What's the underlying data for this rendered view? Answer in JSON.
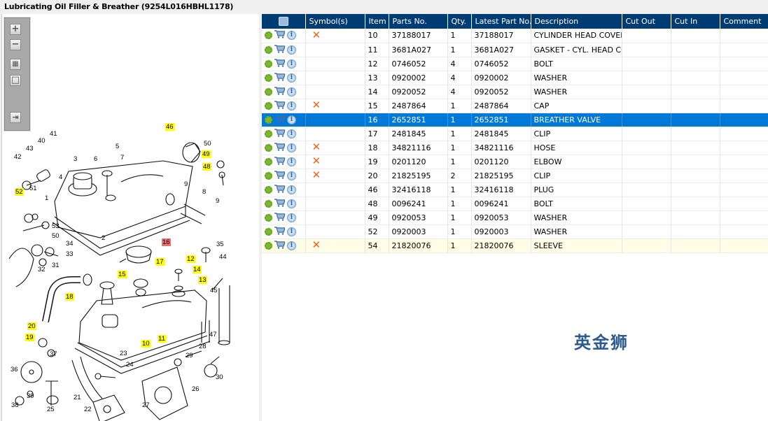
{
  "title": "Lubricating Oil Filler & Breather (9254L016HBHL1178)",
  "toolbar": {
    "zoom_in": "+",
    "zoom_out": "−",
    "fit": "▦",
    "actual": "□",
    "export": "⇥"
  },
  "watermark": "英金狮",
  "colors": {
    "header": "#003c74",
    "selected": "#0078d7",
    "highlight_row": "#fffde5",
    "callout": "#ffff00",
    "callout_selected": "#f07070",
    "symbol_x": "#f26522"
  },
  "table": {
    "headers": [
      "",
      "Symbol(s)",
      "Item",
      "Parts No.",
      "Qty.",
      "Latest Part No.",
      "Description",
      "Cut Out",
      "Cut In",
      "Comment"
    ],
    "rows": [
      {
        "sym": "✕",
        "item": "10",
        "part": "37188017",
        "qty": "1",
        "latest": "37188017",
        "desc": "CYLINDER HEAD COVER"
      },
      {
        "sym": "",
        "item": "11",
        "part": "3681A027",
        "qty": "1",
        "latest": "3681A027",
        "desc": "GASKET - CYL. HEAD COVER"
      },
      {
        "sym": "",
        "item": "12",
        "part": "0746052",
        "qty": "4",
        "latest": "0746052",
        "desc": "BOLT"
      },
      {
        "sym": "",
        "item": "13",
        "part": "0920002",
        "qty": "4",
        "latest": "0920002",
        "desc": "WASHER"
      },
      {
        "sym": "",
        "item": "14",
        "part": "0920052",
        "qty": "4",
        "latest": "0920052",
        "desc": "WASHER"
      },
      {
        "sym": "✕",
        "item": "15",
        "part": "2487864",
        "qty": "1",
        "latest": "2487864",
        "desc": "CAP"
      },
      {
        "sym": "",
        "item": "16",
        "part": "2652851",
        "qty": "1",
        "latest": "2652851",
        "desc": "BREATHER VALVE"
      },
      {
        "sym": "",
        "item": "17",
        "part": "2481845",
        "qty": "1",
        "latest": "2481845",
        "desc": "CLIP"
      },
      {
        "sym": "✕",
        "item": "18",
        "part": "34821116",
        "qty": "1",
        "latest": "34821116",
        "desc": "HOSE"
      },
      {
        "sym": "✕",
        "item": "19",
        "part": "0201120",
        "qty": "1",
        "latest": "0201120",
        "desc": "ELBOW"
      },
      {
        "sym": "✕",
        "item": "20",
        "part": "21825195",
        "qty": "2",
        "latest": "21825195",
        "desc": "CLIP"
      },
      {
        "sym": "",
        "item": "46",
        "part": "32416118",
        "qty": "1",
        "latest": "32416118",
        "desc": "PLUG"
      },
      {
        "sym": "",
        "item": "48",
        "part": "0096241",
        "qty": "1",
        "latest": "0096241",
        "desc": "BOLT"
      },
      {
        "sym": "",
        "item": "49",
        "part": "0920053",
        "qty": "1",
        "latest": "0920053",
        "desc": "WASHER"
      },
      {
        "sym": "",
        "item": "52",
        "part": "0920003",
        "qty": "1",
        "latest": "0920003",
        "desc": "WASHER"
      },
      {
        "sym": "✕",
        "item": "54",
        "part": "21820076",
        "qty": "1",
        "latest": "21820076",
        "desc": "SLEEVE"
      }
    ]
  },
  "diagram": {
    "callouts": [
      "46",
      "41",
      "40",
      "43",
      "42",
      "3",
      "6",
      "5",
      "7",
      "50",
      "49",
      "48",
      "4",
      "9",
      "8",
      "9",
      "52",
      "51",
      "1",
      "53",
      "50",
      "2",
      "16",
      "35",
      "34",
      "33",
      "31",
      "32",
      "17",
      "12",
      "15",
      "14",
      "13",
      "44",
      "45",
      "18",
      "20",
      "19",
      "47",
      "10",
      "11",
      "28",
      "37",
      "36",
      "23",
      "24",
      "29",
      "26",
      "30",
      "38",
      "39",
      "25",
      "21",
      "22",
      "27"
    ]
  }
}
